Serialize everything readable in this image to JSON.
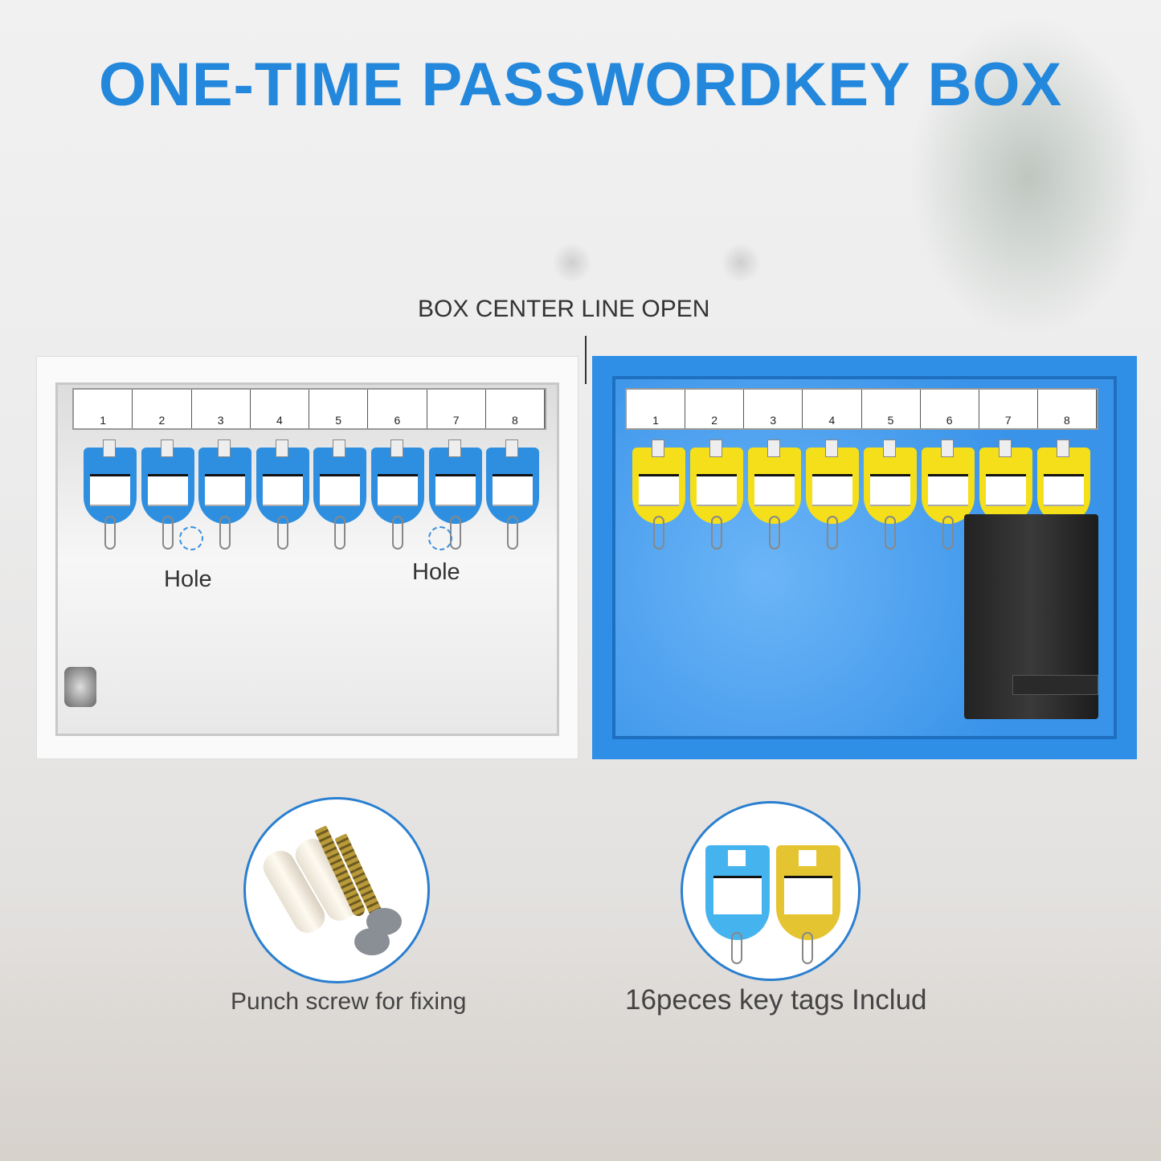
{
  "title": "ONE-TIME PASSWORDKEY BOX",
  "center_label": "BOX CENTER LINE OPEN",
  "left_box": {
    "slot_numbers": [
      "1",
      "2",
      "3",
      "4",
      "5",
      "6",
      "7",
      "8"
    ],
    "tag_color": "#2e8fe0",
    "hole_labels": [
      "Hole",
      "Hole"
    ]
  },
  "right_box": {
    "slot_numbers": [
      "1",
      "2",
      "3",
      "4",
      "5",
      "6",
      "7",
      "8"
    ],
    "tag_color": "#f5df1a",
    "box_color": "#2f8fe6"
  },
  "accessories": [
    {
      "caption": "Punch screw for fixing"
    },
    {
      "caption": "16peces key tags Includ",
      "tag_colors": [
        "#45b4ee",
        "#e5c431"
      ]
    }
  ]
}
